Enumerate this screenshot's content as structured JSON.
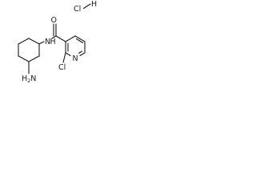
{
  "molecule": {
    "salt": {
      "cl": "Cl",
      "h": "H"
    },
    "atoms": {
      "carbonyl_o": "O",
      "amide_n": "N",
      "amide_h": "H",
      "pyridine_n": "N",
      "chloro": "Cl",
      "amine_h2n": "H",
      "amine_sub2": "2",
      "amine_n": "N"
    }
  }
}
